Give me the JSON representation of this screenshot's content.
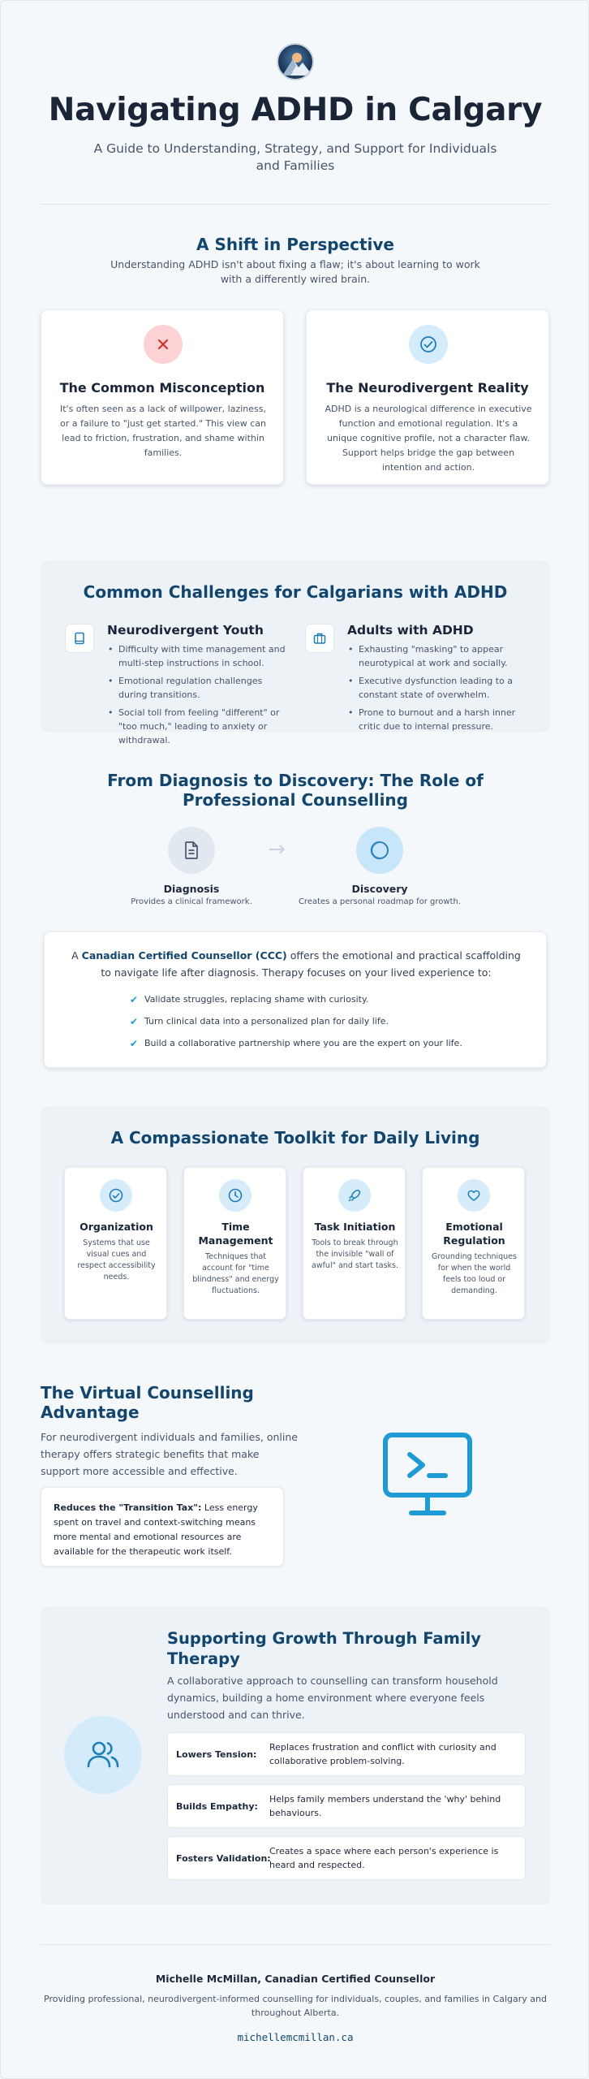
{
  "header": {
    "title": "Navigating ADHD in Calgary",
    "subtitle": "A Guide to Understanding, Strategy, and Support for Individuals and Families",
    "logo_icon": "mountain-logo-icon"
  },
  "perspective": {
    "heading": "A Shift in Perspective",
    "lead": "Understanding ADHD isn't about fixing a flaw; it's about learning to work with a differently wired brain.",
    "cards": [
      {
        "icon": "x-icon",
        "title": "The Common Misconception",
        "text": "It's often seen as a lack of willpower, laziness, or a failure to \"just get started.\" This view can lead to friction, frustration, and shame within families."
      },
      {
        "icon": "check-circle-icon",
        "title": "The Neurodivergent Reality",
        "text": "ADHD is a neurological difference in executive function and emotional regulation. It's a unique cognitive profile, not a character flaw. Support helps bridge the gap between intention and action."
      }
    ]
  },
  "challenges": {
    "heading": "Common Challenges for Calgarians with ADHD",
    "groups": [
      {
        "icon": "book-icon",
        "title": "Neurodivergent Youth",
        "items": [
          "Difficulty with time management and multi-step instructions in school.",
          "Emotional regulation challenges during transitions.",
          "Social toll from feeling \"different\" or \"too much,\" leading to anxiety or withdrawal."
        ]
      },
      {
        "icon": "briefcase-icon",
        "title": "Adults with ADHD",
        "items": [
          "Exhausting \"masking\" to appear neurotypical at work and socially.",
          "Executive dysfunction leading to a constant state of overwhelm.",
          "Prone to burnout and a harsh inner critic due to internal pressure."
        ]
      }
    ]
  },
  "diagnosis": {
    "heading": "From Diagnosis to Discovery: The Role of Professional Counselling",
    "steps": [
      {
        "icon": "document-icon",
        "label": "Diagnosis",
        "sub": "Provides a clinical framework."
      },
      {
        "icon": "compass-circle-icon",
        "label": "Discovery",
        "sub": "Creates a personal roadmap for growth."
      }
    ],
    "arrow": "→",
    "ccc": {
      "pre": "A ",
      "strong": "Canadian Certified Counsellor (CCC)",
      "post": " offers the emotional and practical scaffolding to navigate life after diagnosis. Therapy focuses on your lived experience to:"
    },
    "checks": [
      "Validate struggles, replacing shame with curiosity.",
      "Turn clinical data into a personalized plan for daily life.",
      "Build a collaborative partnership where you are the expert on your life."
    ],
    "check_glyph": "✔"
  },
  "toolkit": {
    "heading": "A Compassionate Toolkit for Daily Living",
    "cards": [
      {
        "icon": "check-circle-icon",
        "title": "Organization",
        "text": "Systems that use visual cues and respect accessibility needs."
      },
      {
        "icon": "clock-icon",
        "title": "Time Management",
        "text": "Techniques that account for \"time blindness\" and energy fluctuations."
      },
      {
        "icon": "rocket-icon",
        "title": "Task Initiation",
        "text": "Tools to break through the invisible \"wall of awful\" and start tasks."
      },
      {
        "icon": "heart-icon",
        "title": "Emotional Regulation",
        "text": "Grounding techniques for when the world feels too loud or demanding."
      }
    ]
  },
  "virtual": {
    "heading": "The Virtual Counselling Advantage",
    "text": "For neurodivergent individuals and families, online therapy offers strategic benefits that make support more accessible and effective.",
    "box_strong": "Reduces the \"Transition Tax\":",
    "box_text": " Less energy spent on travel and context-switching means more mental and emotional resources are available for the therapeutic work itself.",
    "icon": "monitor-terminal-icon"
  },
  "family": {
    "heading": "Supporting Growth Through Family Therapy",
    "text": "A collaborative approach to counselling can transform household dynamics, building a home environment where everyone feels understood and can thrive.",
    "icon": "users-icon",
    "rows": [
      {
        "key": "Lowers Tension:",
        "value": "Replaces frustration and conflict with curiosity and collaborative problem-solving."
      },
      {
        "key": "Builds Empathy:",
        "value": "Helps family members understand the 'why' behind behaviours."
      },
      {
        "key": "Fosters Validation:",
        "value": "Creates a space where each person's experience is heard and respected."
      }
    ]
  },
  "footer": {
    "name": "Michelle McMillan, Canadian Certified Counsellor",
    "desc": "Providing professional, neurodivergent-informed counselling for individuals, couples, and families in Calgary and throughout Alberta.",
    "site": "michellemcmillan.ca"
  },
  "colors": {
    "accent": "#12466e",
    "sky": "#1e9ad6",
    "danger": "#dc2626"
  }
}
